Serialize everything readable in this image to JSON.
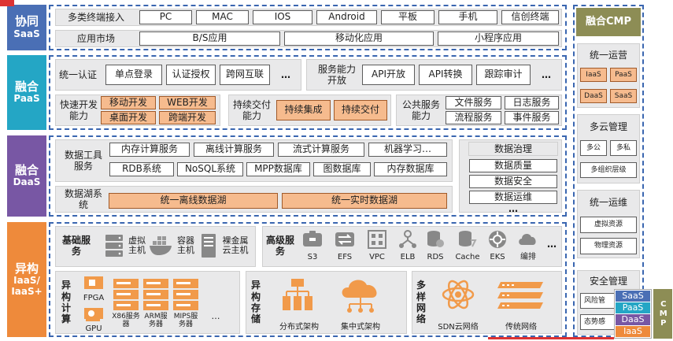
{
  "layers": {
    "collab": {
      "title": "协同",
      "sub": "SaaS",
      "color": "#4a6fb5"
    },
    "paas": {
      "title": "融合",
      "sub": "PaaS",
      "color": "#24a6c5"
    },
    "daas": {
      "title": "融合",
      "sub": "DaaS",
      "color": "#7857a4"
    },
    "iaas": {
      "title": "异构",
      "sub": "IaaS/",
      "sub2": "IaaS+",
      "color": "#ee8a3b"
    }
  },
  "saas": {
    "row1_label": "多类终端接入",
    "row1_items": [
      "PC",
      "MAC",
      "IOS",
      "Android",
      "平板",
      "手机",
      "信创终端"
    ],
    "row2_label": "应用市场",
    "row2_items": [
      "B/S应用",
      "移动化应用",
      "小程序应用"
    ]
  },
  "paas": {
    "auth_label": "统一认证",
    "auth_items": [
      "单点登录",
      "认证授权",
      "跨网互联",
      "…"
    ],
    "svc_label": "服务能力开放",
    "svc_items": [
      "API开放",
      "API转换",
      "跟踪审计",
      "…"
    ],
    "dev_label": "快速开发能力",
    "dev_items": [
      "移动开发",
      "WEB开发",
      "桌面开发",
      "跨端开发"
    ],
    "cd_label": "持续交付能力",
    "cd_items": [
      "持续集成",
      "持续交付"
    ],
    "pub_label": "公共服务能力",
    "pub_items": [
      "文件服务",
      "日志服务",
      "流程服务",
      "事件服务"
    ]
  },
  "daas": {
    "tools_label": "数据工具服务",
    "tools_row1": [
      "内存计算服务",
      "离线计算服务",
      "流式计算服务",
      "机器学习…"
    ],
    "tools_row2": [
      "RDB系统",
      "NoSQL系统",
      "MPP数据库",
      "图数据库",
      "内存数据库"
    ],
    "lake_label": "数据湖系统",
    "lake_items": [
      "统一离线数据湖",
      "统一实时数据湖"
    ],
    "gov_title": "数据治理",
    "gov_items": [
      "数据质量",
      "数据安全",
      "数据运维",
      "…"
    ]
  },
  "iaas": {
    "basic_label": "基础服务",
    "basic_items": [
      "虚拟主机",
      "容器主机",
      "裸金属云主机"
    ],
    "adv_label": "高级服务",
    "adv_items": [
      "S3",
      "EFS",
      "VPC",
      "ELB",
      "RDS",
      "Cache",
      "EKS",
      "编排",
      "…"
    ],
    "compute_label": "异构计算",
    "fpga": "FPGA",
    "gpu": "GPU",
    "servers": [
      "X86服务器",
      "ARM服务器",
      "MIPS服务器",
      "…"
    ],
    "storage_label": "异构存储",
    "storage_items": [
      "分布式架构",
      "集中式架构"
    ],
    "net_label": "多样网络",
    "net_items": [
      "SDN云网络",
      "传统网络"
    ]
  },
  "cmp": {
    "title": "融合CMP",
    "ops_title": "统一运营",
    "ops_items": [
      "IaaS",
      "PaaS",
      "DaaS",
      "SaaS"
    ],
    "multi_title": "多云管理",
    "multi_items": [
      "多公",
      "多私",
      "多组织层级"
    ],
    "om_title": "统一运维",
    "om_items": [
      "虚拟资源",
      "物理资源"
    ],
    "sec_title": "安全管理",
    "sec_items": [
      "风险管",
      "态势感"
    ]
  },
  "legend": {
    "items": [
      "SaaS",
      "PaaS",
      "DaaS",
      "IaaS"
    ],
    "side": "CMP"
  }
}
